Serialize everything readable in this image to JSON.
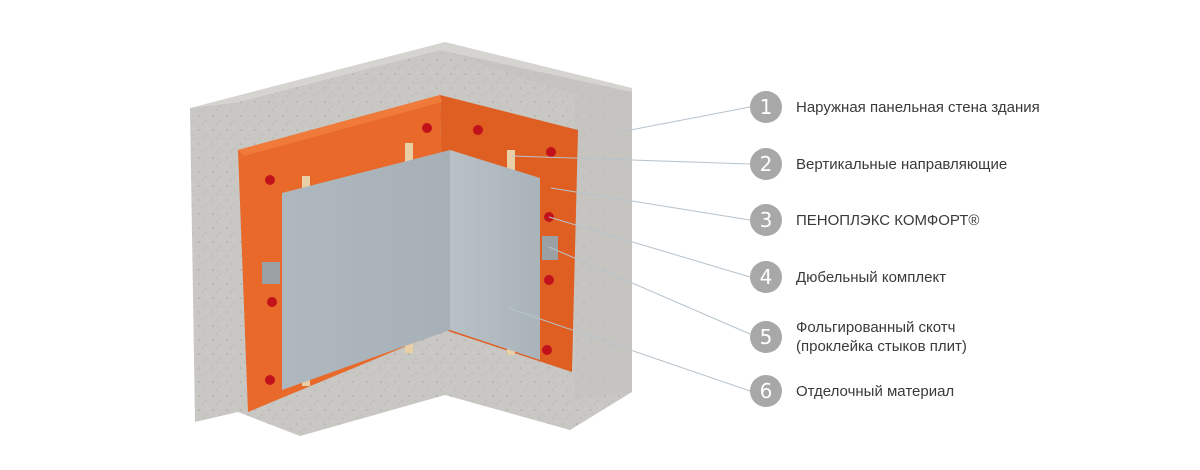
{
  "legend": {
    "items": [
      {
        "number": "1",
        "lines": [
          "Наружная панельная стена здания"
        ]
      },
      {
        "number": "2",
        "lines": [
          "Вертикальные направляющие"
        ]
      },
      {
        "number": "3",
        "lines": [
          "ПЕНОПЛЭКС КОМФОРТ®"
        ]
      },
      {
        "number": "4",
        "lines": [
          "Дюбельный комплект"
        ]
      },
      {
        "number": "5",
        "lines": [
          "Фольгированный скотч",
          "(проклейка стыков плит)"
        ]
      },
      {
        "number": "6",
        "lines": [
          "Отделочный материал"
        ]
      }
    ]
  },
  "colors": {
    "concrete": "#c9c7c3",
    "concrete_dark": "#b3b1ad",
    "insulation": "#e8692a",
    "insulation_dark": "#d0561c",
    "finish_panel": "#a9b3b9",
    "dowel": "#c1121c",
    "number_badge": "#a8a8a8",
    "leader_line": "#b7c3cc"
  }
}
